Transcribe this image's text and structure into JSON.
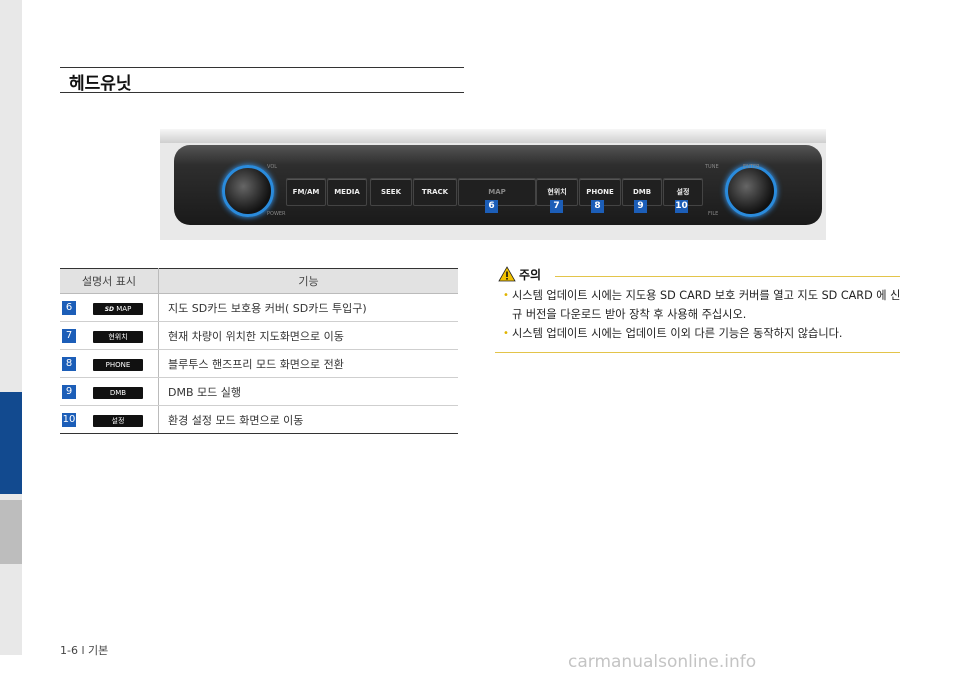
{
  "section": {
    "title": "헤드유닛"
  },
  "headunit": {
    "buttons": [
      "FM/AM",
      "MEDIA",
      "SEEK",
      "TRACK",
      "MAP",
      "현위치",
      "PHONE",
      "DMB",
      "설정"
    ],
    "labels": {
      "vol": "VOL",
      "power": "POWER",
      "tune": "TUNE",
      "enter": "ENTER",
      "file": "FILE"
    },
    "callouts": [
      "6",
      "7",
      "8",
      "9",
      "10"
    ]
  },
  "table": {
    "headers": [
      "설명서 표시",
      "기능"
    ],
    "rows": [
      {
        "num": "6",
        "button": "MAP",
        "desc": "지도 SD카드 보호용 커버( SD카드 투입구)"
      },
      {
        "num": "7",
        "button": "현위치",
        "desc": "현재 차량이 위치한 지도화면으로 이동"
      },
      {
        "num": "8",
        "button": "PHONE",
        "desc": "블루투스 핸즈프리 모드 화면으로 전환"
      },
      {
        "num": "9",
        "button": "DMB",
        "desc": "DMB 모드 실행"
      },
      {
        "num": "10",
        "button": "설정",
        "desc": "환경 설정 모드 화면으로 이동"
      }
    ]
  },
  "caution": {
    "title": "주의",
    "items": [
      "시스템 업데이트 시에는 지도용 SD CARD 보호 커버를 열고 지도 SD CARD 에 신규 버전을 다운로드 받아 장착 후 사용해 주십시오.",
      "시스템 업데이트 시에는 업데이트 이외  다른 기능은 동작하지 않습니다."
    ]
  },
  "footer": {
    "page": "1-6 l 기본"
  },
  "watermark": "carmanualsonline.info",
  "colors": {
    "accent_blue": "#1c5eb8",
    "caution_yellow": "#e3c44a",
    "sidebar_blue": "#124a8f"
  }
}
